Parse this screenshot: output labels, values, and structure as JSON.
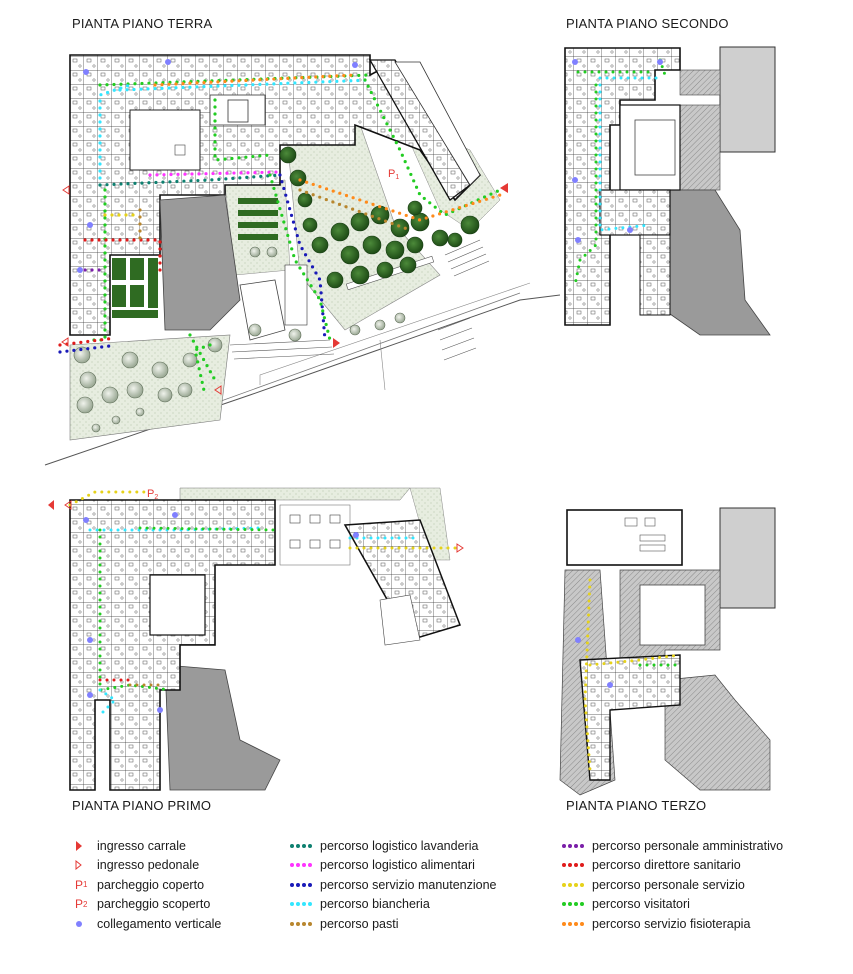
{
  "plans": {
    "ground": "PIANTA PIANO TERRA",
    "second": "PIANTA PIANO SECONDO",
    "first": "PIANTA PIANO PRIMO",
    "third": "PIANTA PIANO TERZO"
  },
  "map_labels": {
    "p1": "P",
    "p1_sub": "1",
    "p2": "P",
    "p2_sub": "2"
  },
  "legend_symbols": [
    {
      "icon": "filled-triangle-icon",
      "color": "#e53935",
      "label": "ingresso carrale"
    },
    {
      "icon": "outline-triangle-icon",
      "color": "#e53935",
      "label": "ingresso pedonale"
    },
    {
      "icon": "p1-icon",
      "mark": "P",
      "sub": "1",
      "color": "#e53935",
      "label": "parcheggio coperto"
    },
    {
      "icon": "p2-icon",
      "mark": "P",
      "sub": "2",
      "color": "#e53935",
      "label": "parcheggio scoperto"
    },
    {
      "icon": "dot-icon",
      "color": "#8080ff",
      "label": "collegamento verticale"
    }
  ],
  "legend_routes_a": [
    {
      "color": "#0e8070",
      "label": "percorso logistico lavanderia"
    },
    {
      "color": "#ff33ff",
      "label": "percorso logistico alimentari"
    },
    {
      "color": "#1a1ab8",
      "label": "percorso servizio manutenzione"
    },
    {
      "color": "#33e6ff",
      "label": "percorso biancheria"
    },
    {
      "color": "#b8862e",
      "label": "percorso pasti"
    }
  ],
  "legend_routes_b": [
    {
      "color": "#7a1fa8",
      "label": "percorso personale amministrativo"
    },
    {
      "color": "#e01b1b",
      "label": "percorso direttore sanitario"
    },
    {
      "color": "#e6d21a",
      "label": "percorso personale servizio"
    },
    {
      "color": "#22cc22",
      "label": "percorso visitatori"
    },
    {
      "color": "#ff8a1a",
      "label": "percorso servizio fisioterapia"
    }
  ]
}
